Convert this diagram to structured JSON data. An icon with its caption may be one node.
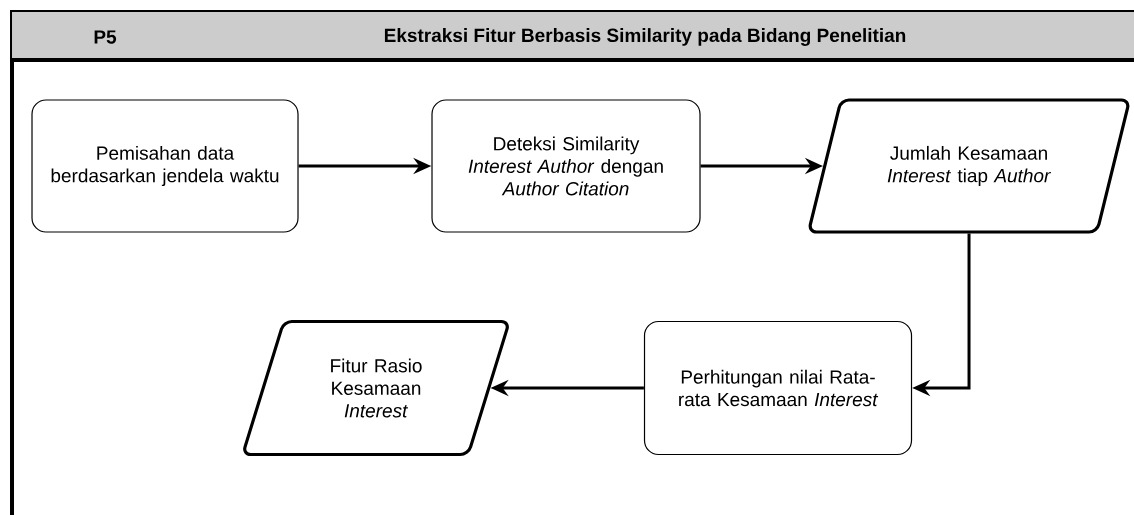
{
  "diagram": {
    "nodes": [
      {
        "text": [
          "P5",
          "Ekstraksi Fitur Berbasis Similarity pada Bidang Penelitian"
        ]
      },
      {
        "text": [
          "Pemisahan data berdasarkan jendela waktu"
        ],
        "in": 0
      },
      {
        "text": [
          "Deteksi Similarity *Interest Author* dengan *Author Citation*"
        ],
        "in": 0
      },
      {
        "text": [
          "Jumlah Kesamaan *Interest* tiap *Author*"
        ],
        "in": 0
      },
      {
        "text": [
          "Perhitungan nilai Rata-rata Kesamaan *Interest*"
        ],
        "in": 0
      },
      {
        "text": [
          "Fitur Rasio Kesamaan *Interest*"
        ],
        "in": 0
      }
    ],
    "edges": [
      {
        "from": 1,
        "to": 2,
        "arrow": "to"
      },
      {
        "from": 2,
        "to": 3,
        "arrow": "to"
      },
      {
        "from": 3,
        "to": 4,
        "arrow": "to"
      },
      {
        "from": 4,
        "to": 5,
        "arrow": "to"
      }
    ]
  }
}
